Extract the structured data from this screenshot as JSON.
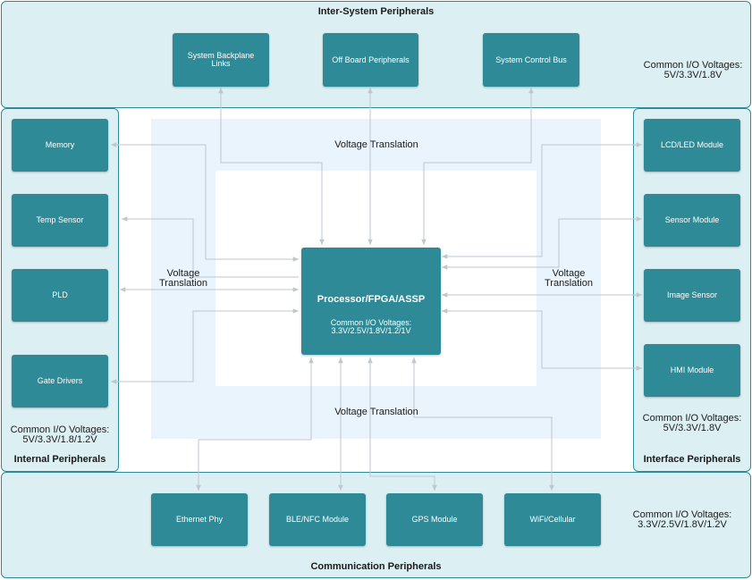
{
  "panels": {
    "inter_system": {
      "title": "Inter-System Peripherals",
      "voltages": "Common I/O Voltages:\n5V/3.3V/1.8V",
      "items": [
        "System Backplane\nLinks",
        "Off Board Peripherals",
        "System Control Bus"
      ]
    },
    "internal": {
      "title": "Internal Peripherals",
      "voltages": "Common I/O Voltages:\n5V/3.3V/1.8/1.2V",
      "items": [
        "Memory",
        "Temp Sensor",
        "PLD",
        "Gate Drivers"
      ]
    },
    "interface": {
      "title": "Interface Peripherals",
      "voltages": "Common I/O Voltages:\n5V/3.3V/1.8V",
      "items": [
        "LCD/LED Module",
        "Sensor Module",
        "Image Sensor",
        "HMI  Module"
      ]
    },
    "communication": {
      "title": "Communication Peripherals",
      "voltages": "Common I/O Voltages:\n3.3V/2.5V/1.8V/1.2V",
      "items": [
        "Ethernet Phy",
        "BLE/NFC Module",
        "GPS Module",
        "WiFi/Cellular"
      ]
    }
  },
  "processor": {
    "title": "Processor/FPGA/ASSP",
    "voltages": "Common I/O Voltages:\n3.3V/2.5V/1.8V/1.2/1V"
  },
  "translation": {
    "top": "Voltage Translation",
    "bottom": "Voltage Translation",
    "left": "Voltage\nTranslation",
    "right": "Voltage\nTranslation"
  },
  "colors": {
    "block": "#2e8a96",
    "panel_fill": "#dcf0f3",
    "translation_fill": "#eaf4fd",
    "wire": "#bfc6cc"
  }
}
